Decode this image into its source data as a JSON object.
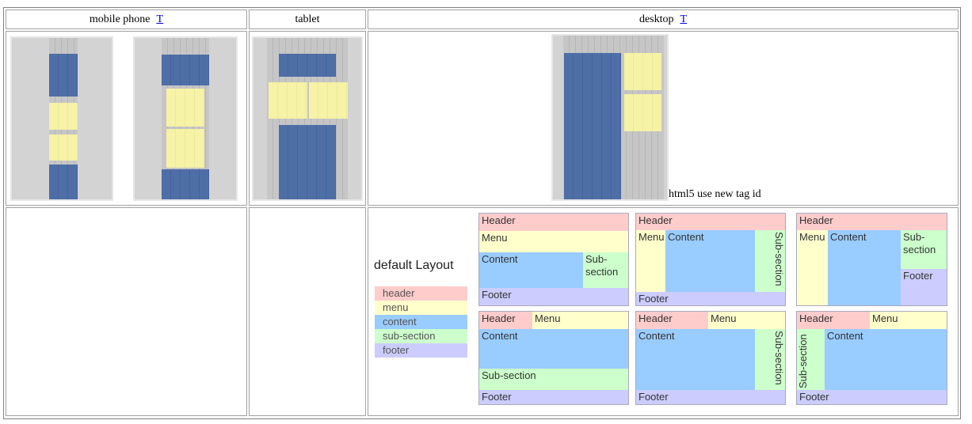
{
  "columns": {
    "mobile": {
      "label": "mobile phone",
      "link": "T"
    },
    "tablet": {
      "label": "tablet"
    },
    "desktop": {
      "label": "desktop",
      "link": "T"
    }
  },
  "desktop_caption": "html5 use new tag id",
  "legend": {
    "title": "default Layout",
    "items": [
      "header",
      "menu",
      "content",
      "sub-section",
      "footer"
    ]
  },
  "layouts": {
    "header": "Header",
    "menu": "Menu",
    "content": "Content",
    "sub_section": "Sub-section",
    "sub_top": "Sub-",
    "sub_bottom": "section",
    "footer": "Footer"
  },
  "colors": {
    "header": "#ffcccc",
    "menu": "#ffffcc",
    "content": "#99ccff",
    "sub_section": "#ccffcc",
    "footer": "#ccccff",
    "wire_blue": "#4e6ea6",
    "wire_yellow": "#f6f2a6"
  }
}
